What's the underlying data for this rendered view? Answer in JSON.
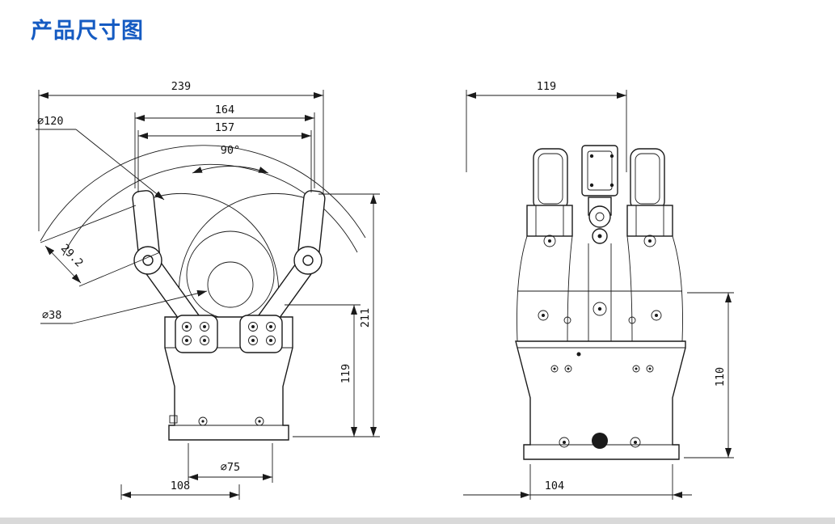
{
  "page": {
    "title": "产品尺寸图",
    "title_color": "#155BC2",
    "background": "#FFFFFF",
    "line_color": "#1A1A1A"
  },
  "front_view": {
    "dims": {
      "overall_width": "239",
      "finger_span_outer": "164",
      "finger_span_inner": "157",
      "opening_angle": "90°",
      "swing_diameter": "∅120",
      "finger_width": "29.2",
      "grip_diameter": "∅38",
      "total_height": "211",
      "lower_height": "119",
      "base_circle_diameter": "∅75",
      "base_width": "108"
    }
  },
  "side_view": {
    "dims": {
      "top_width": "119",
      "lower_height": "110",
      "base_width": "104"
    }
  }
}
